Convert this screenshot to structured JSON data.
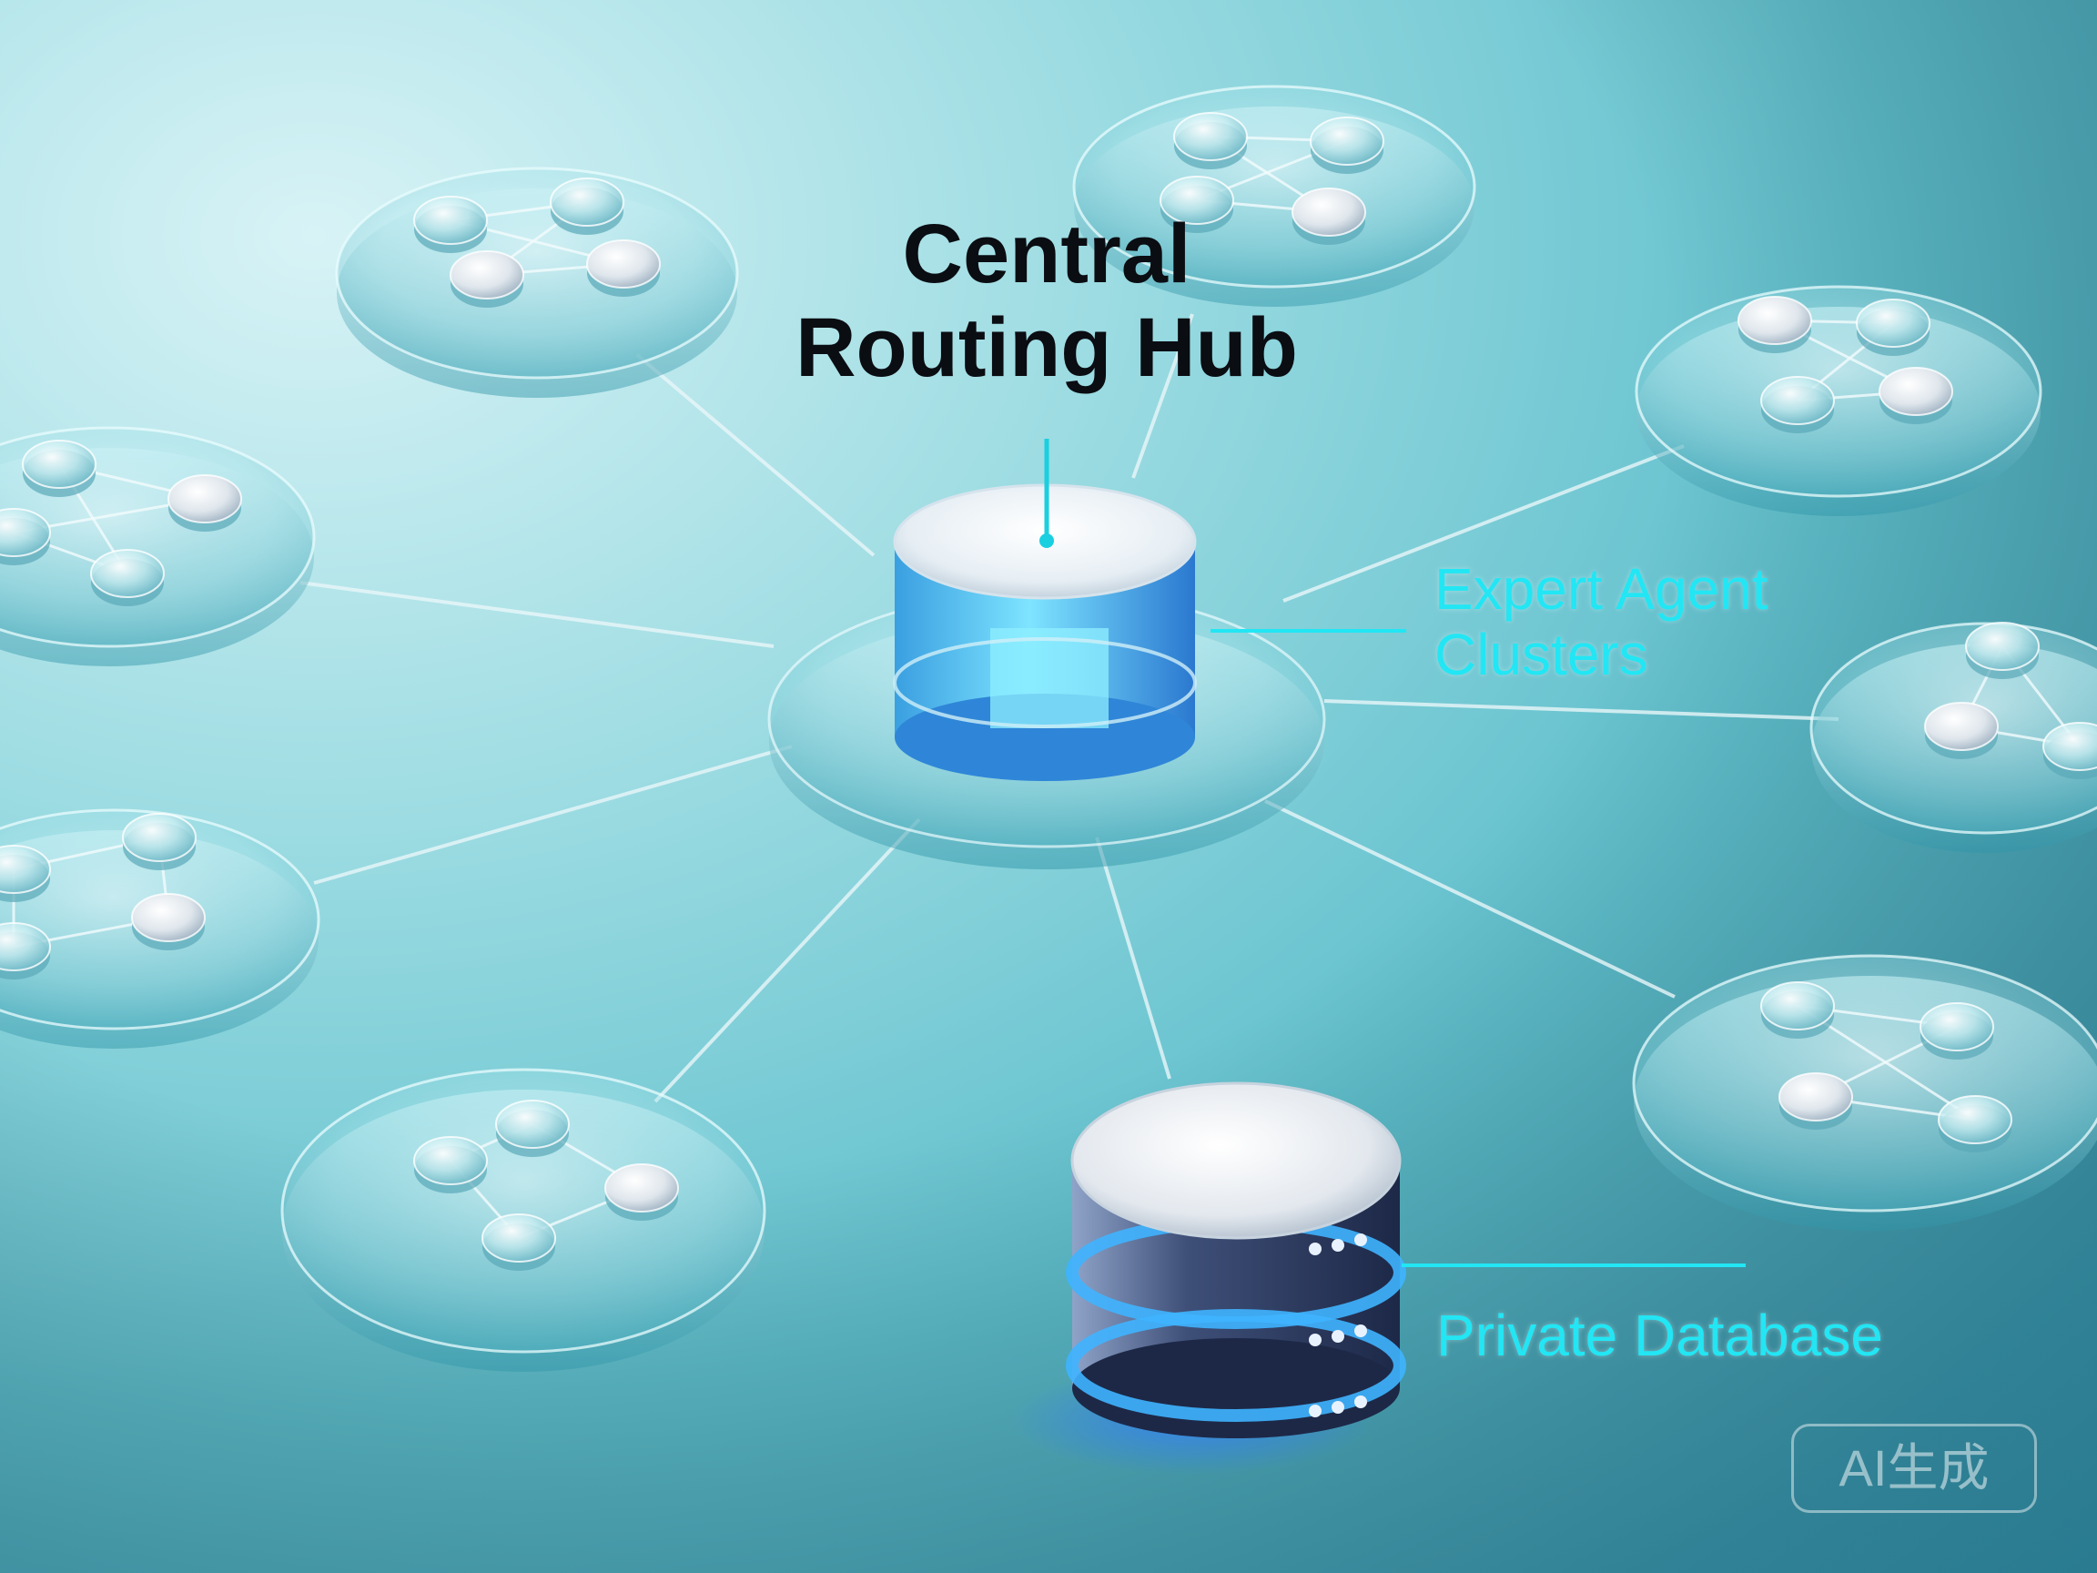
{
  "labels": {
    "hub_title_line1": "Central",
    "hub_title_line2": "Routing Hub",
    "clusters_line1": "Expert Agent",
    "clusters_line2": "Clusters",
    "database": "Private Database"
  },
  "watermark": "AI生成",
  "colors": {
    "accent": "#22e6f4",
    "title": "#0a0d12",
    "background": "#5fbfcc",
    "database_glow": "#2f7bff"
  },
  "clusters": [
    {
      "name": "cluster-top-left"
    },
    {
      "name": "cluster-top-center"
    },
    {
      "name": "cluster-right-upper"
    },
    {
      "name": "cluster-left-upper"
    },
    {
      "name": "cluster-right-middle"
    },
    {
      "name": "cluster-left-lower"
    },
    {
      "name": "cluster-right-lower"
    },
    {
      "name": "cluster-bottom-left"
    }
  ]
}
